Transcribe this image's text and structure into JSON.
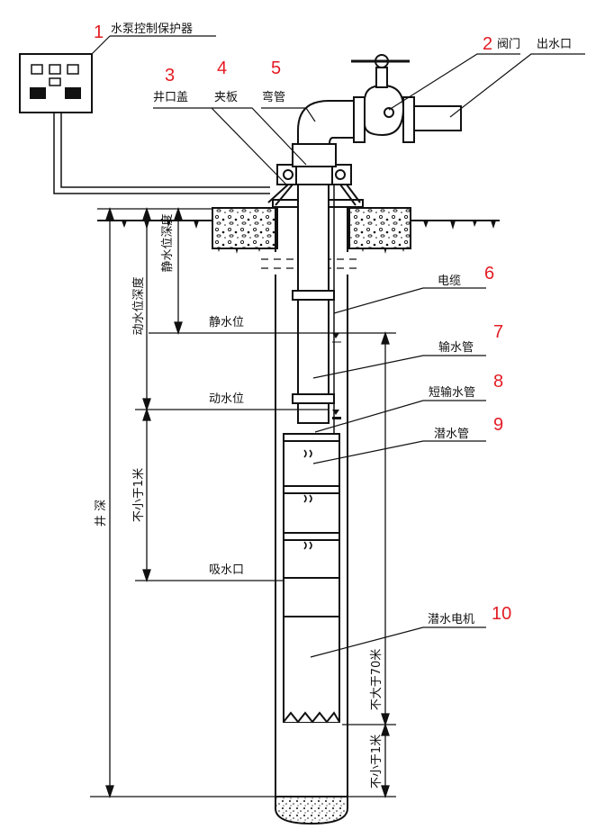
{
  "colors": {
    "accent_red": "#e31b23",
    "line": "#111111"
  },
  "components": [
    {
      "num": "1",
      "label": "水泵控制保护器"
    },
    {
      "num": "2",
      "label": "阀门"
    },
    {
      "num": "3",
      "label": "井口盖"
    },
    {
      "num": "4",
      "label": "夹板"
    },
    {
      "num": "5",
      "label": "弯管"
    },
    {
      "num": "6",
      "label": "电缆"
    },
    {
      "num": "7",
      "label": "输水管"
    },
    {
      "num": "8",
      "label": "短输水管"
    },
    {
      "num": "9",
      "label": "潜水管"
    },
    {
      "num": "10",
      "label": "潜水电机"
    }
  ],
  "outlet_label": "出水口",
  "levels": {
    "static": "静水位",
    "dynamic": "动水位",
    "intake": "吸水口"
  },
  "dimensions": {
    "static_depth": "静水位深度",
    "dynamic_depth": "动水位深度",
    "well_depth": "井 深",
    "min_1m_top": "不小于1米",
    "max_70m": "不大于70米",
    "min_1m_bottom": "不小于1米"
  }
}
